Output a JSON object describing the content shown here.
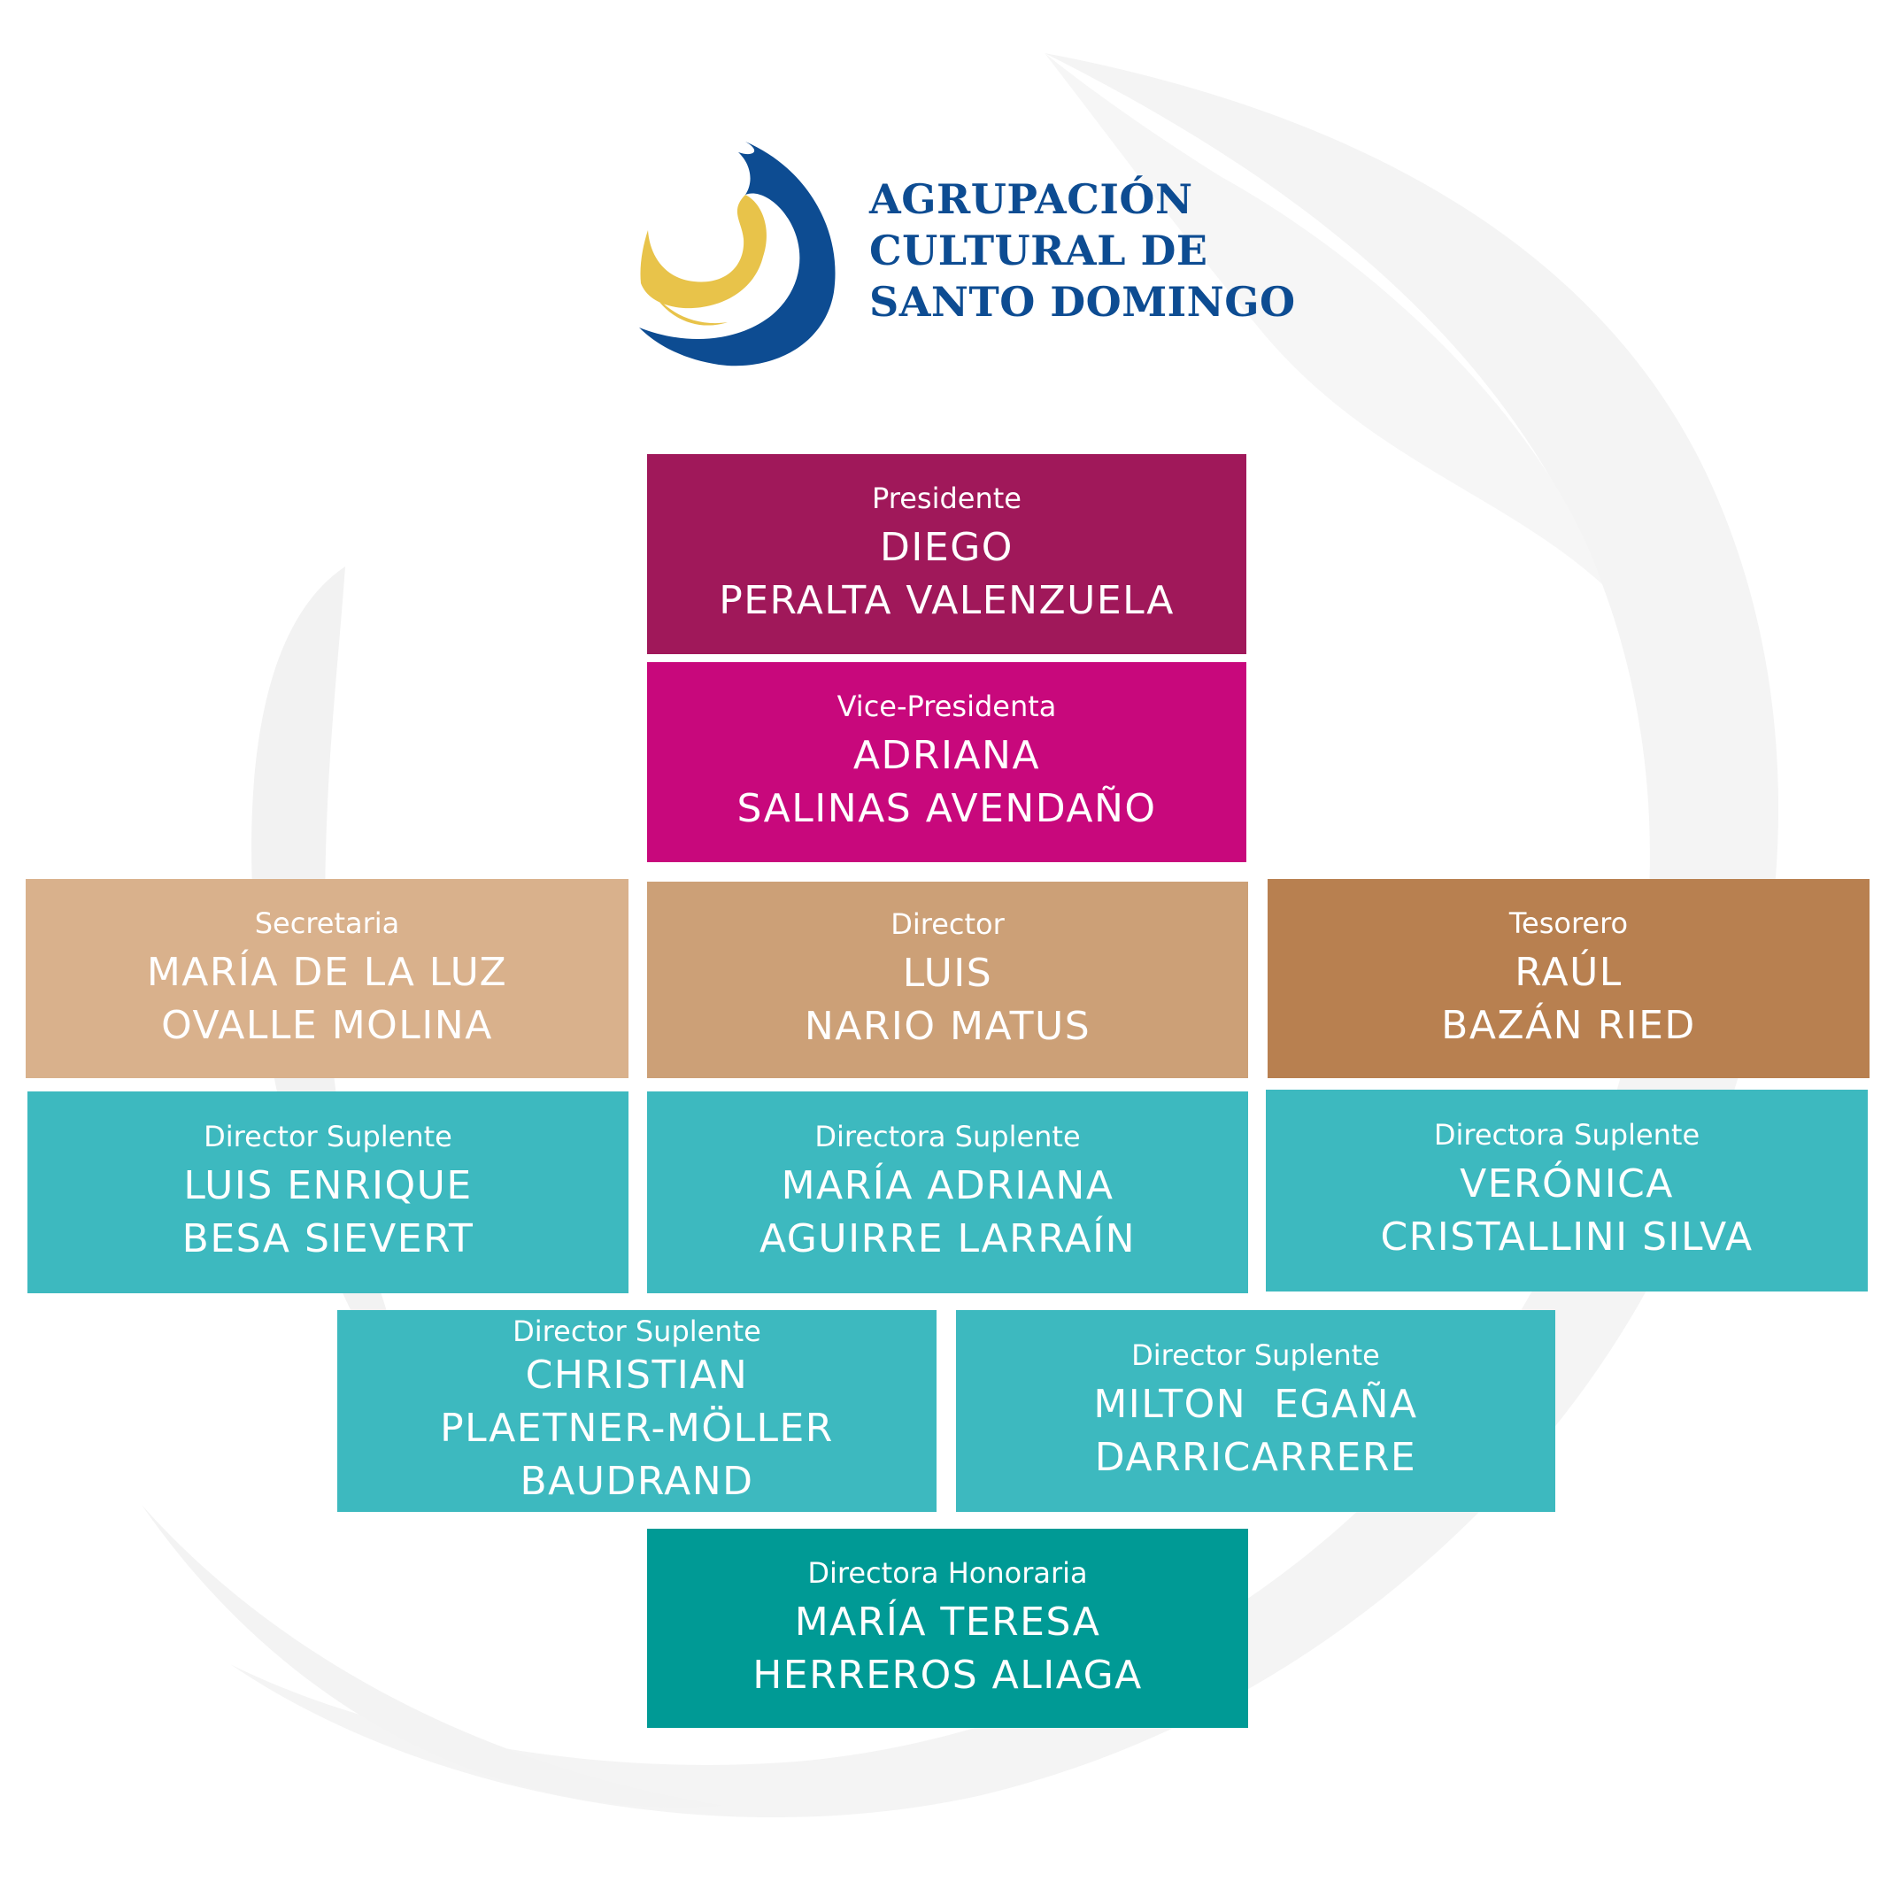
{
  "organization": {
    "name_lines": [
      "AGRUPACIÓN",
      "CULTURAL DE",
      "SANTO DOMINGO"
    ]
  },
  "colors": {
    "presidente": "#a0185a",
    "vice_presidenta": "#c8087c",
    "secretaria": "#d9b18c",
    "director": "#cca077",
    "tesorero": "#b88050",
    "suplente": "#3db9bf",
    "honoraria": "#009a95",
    "logo_blue": "#0d4c92",
    "logo_gold": "#e8c34a",
    "background_swirl": "#f3f3f3"
  },
  "boxes": {
    "presidente": {
      "role": "Presidente",
      "name_line1": "DIEGO",
      "name_line2": "PERALTA VALENZUELA"
    },
    "vice_presidenta": {
      "role": "Vice-Presidenta",
      "name_line1": "ADRIANA",
      "name_line2": "SALINAS AVENDAÑO"
    },
    "secretaria": {
      "role": "Secretaria",
      "name_line1": "MARÍA DE LA LUZ",
      "name_line2": "OVALLE MOLINA"
    },
    "director": {
      "role": "Director",
      "name_line1": "LUIS",
      "name_line2": "NARIO MATUS"
    },
    "tesorero": {
      "role": "Tesorero",
      "name_line1": "RAÚL",
      "name_line2": "BAZÁN RIED"
    },
    "suplente_besa": {
      "role": "Director Suplente",
      "name_line1": "LUIS ENRIQUE",
      "name_line2": "BESA SIEVERT"
    },
    "suplente_aguirre": {
      "role": "Directora Suplente",
      "name_line1": "MARÍA ADRIANA",
      "name_line2": "AGUIRRE LARRAÍN"
    },
    "suplente_cristallini": {
      "role": "Directora Suplente",
      "name_line1": "VERÓNICA",
      "name_line2": "CRISTALLINI SILVA"
    },
    "suplente_plaetner": {
      "role": "Director Suplente",
      "name_line1": "CHRISTIAN",
      "name_line2": "PLAETNER-MÖLLER",
      "name_line3": "BAUDRAND"
    },
    "suplente_egana": {
      "role": "Director Suplente",
      "name_line1": "MILTON  EGAÑA",
      "name_line2": "DARRICARRERE"
    },
    "honoraria": {
      "role": "Directora Honoraria",
      "name_line1": "MARÍA TERESA",
      "name_line2": "HERREROS ALIAGA"
    }
  }
}
